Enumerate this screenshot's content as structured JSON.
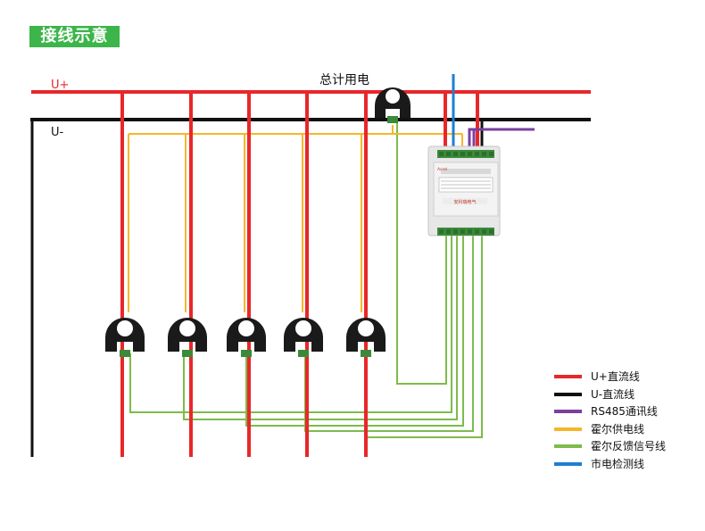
{
  "title": "接线示意",
  "bus": {
    "positive_label": "U+",
    "negative_label": "U-"
  },
  "total_meter_label": "总计用电",
  "module": {
    "brand_text": "安科瑞电气",
    "brand_logo_text": "Acrel"
  },
  "legend": [
    {
      "label": "U+直流线",
      "color": "#e8272a"
    },
    {
      "label": "U-直流线",
      "color": "#111111"
    },
    {
      "label": "RS485通讯线",
      "color": "#7b3fa0"
    },
    {
      "label": "霍尔供电线",
      "color": "#f5b72a"
    },
    {
      "label": "霍尔反馈信号线",
      "color": "#7dbb4a"
    },
    {
      "label": "市电检测线",
      "color": "#1e7fd0"
    }
  ],
  "colors": {
    "red": "#e8272a",
    "black": "#111111",
    "purple": "#7b3fa0",
    "yellow": "#f5b72a",
    "green": "#7dbb4a",
    "blue": "#1e7fd0",
    "title_bg": "#3cb54a"
  }
}
